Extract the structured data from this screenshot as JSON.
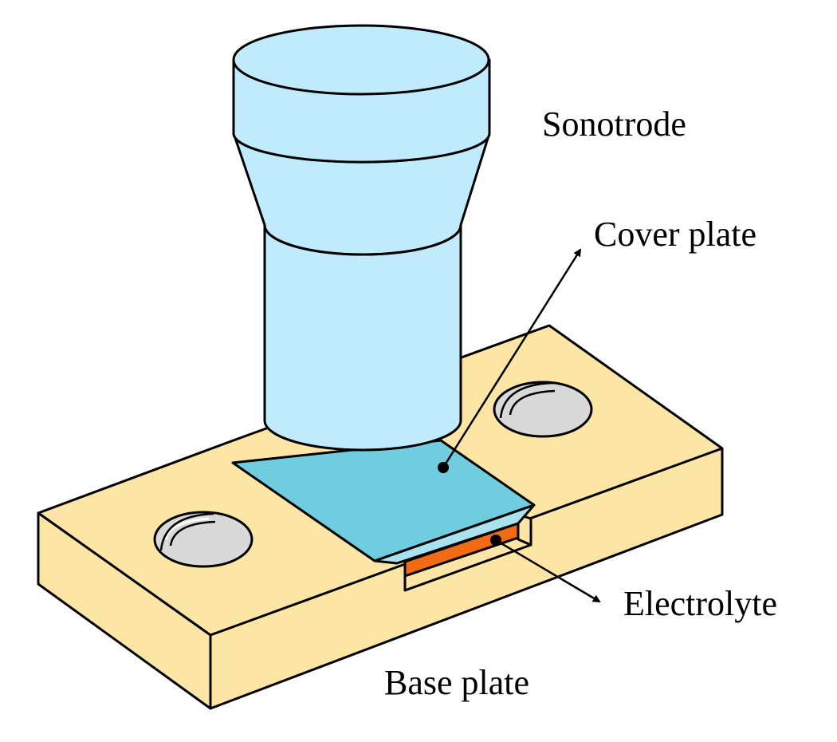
{
  "labels": {
    "sonotrode": "Sonotrode",
    "cover_plate": "Cover plate",
    "electrolyte": "Electrolyte",
    "base_plate": "Base plate"
  },
  "colors": {
    "base_plate": "#FDE6A5",
    "sonotrode": "#C0EBFC",
    "cover_plate": "#70CCDF",
    "cover_plate_side": "#A8E2EE",
    "electrolyte": "#F26A13",
    "hole": "#D9D9D9",
    "outline": "#000000"
  }
}
